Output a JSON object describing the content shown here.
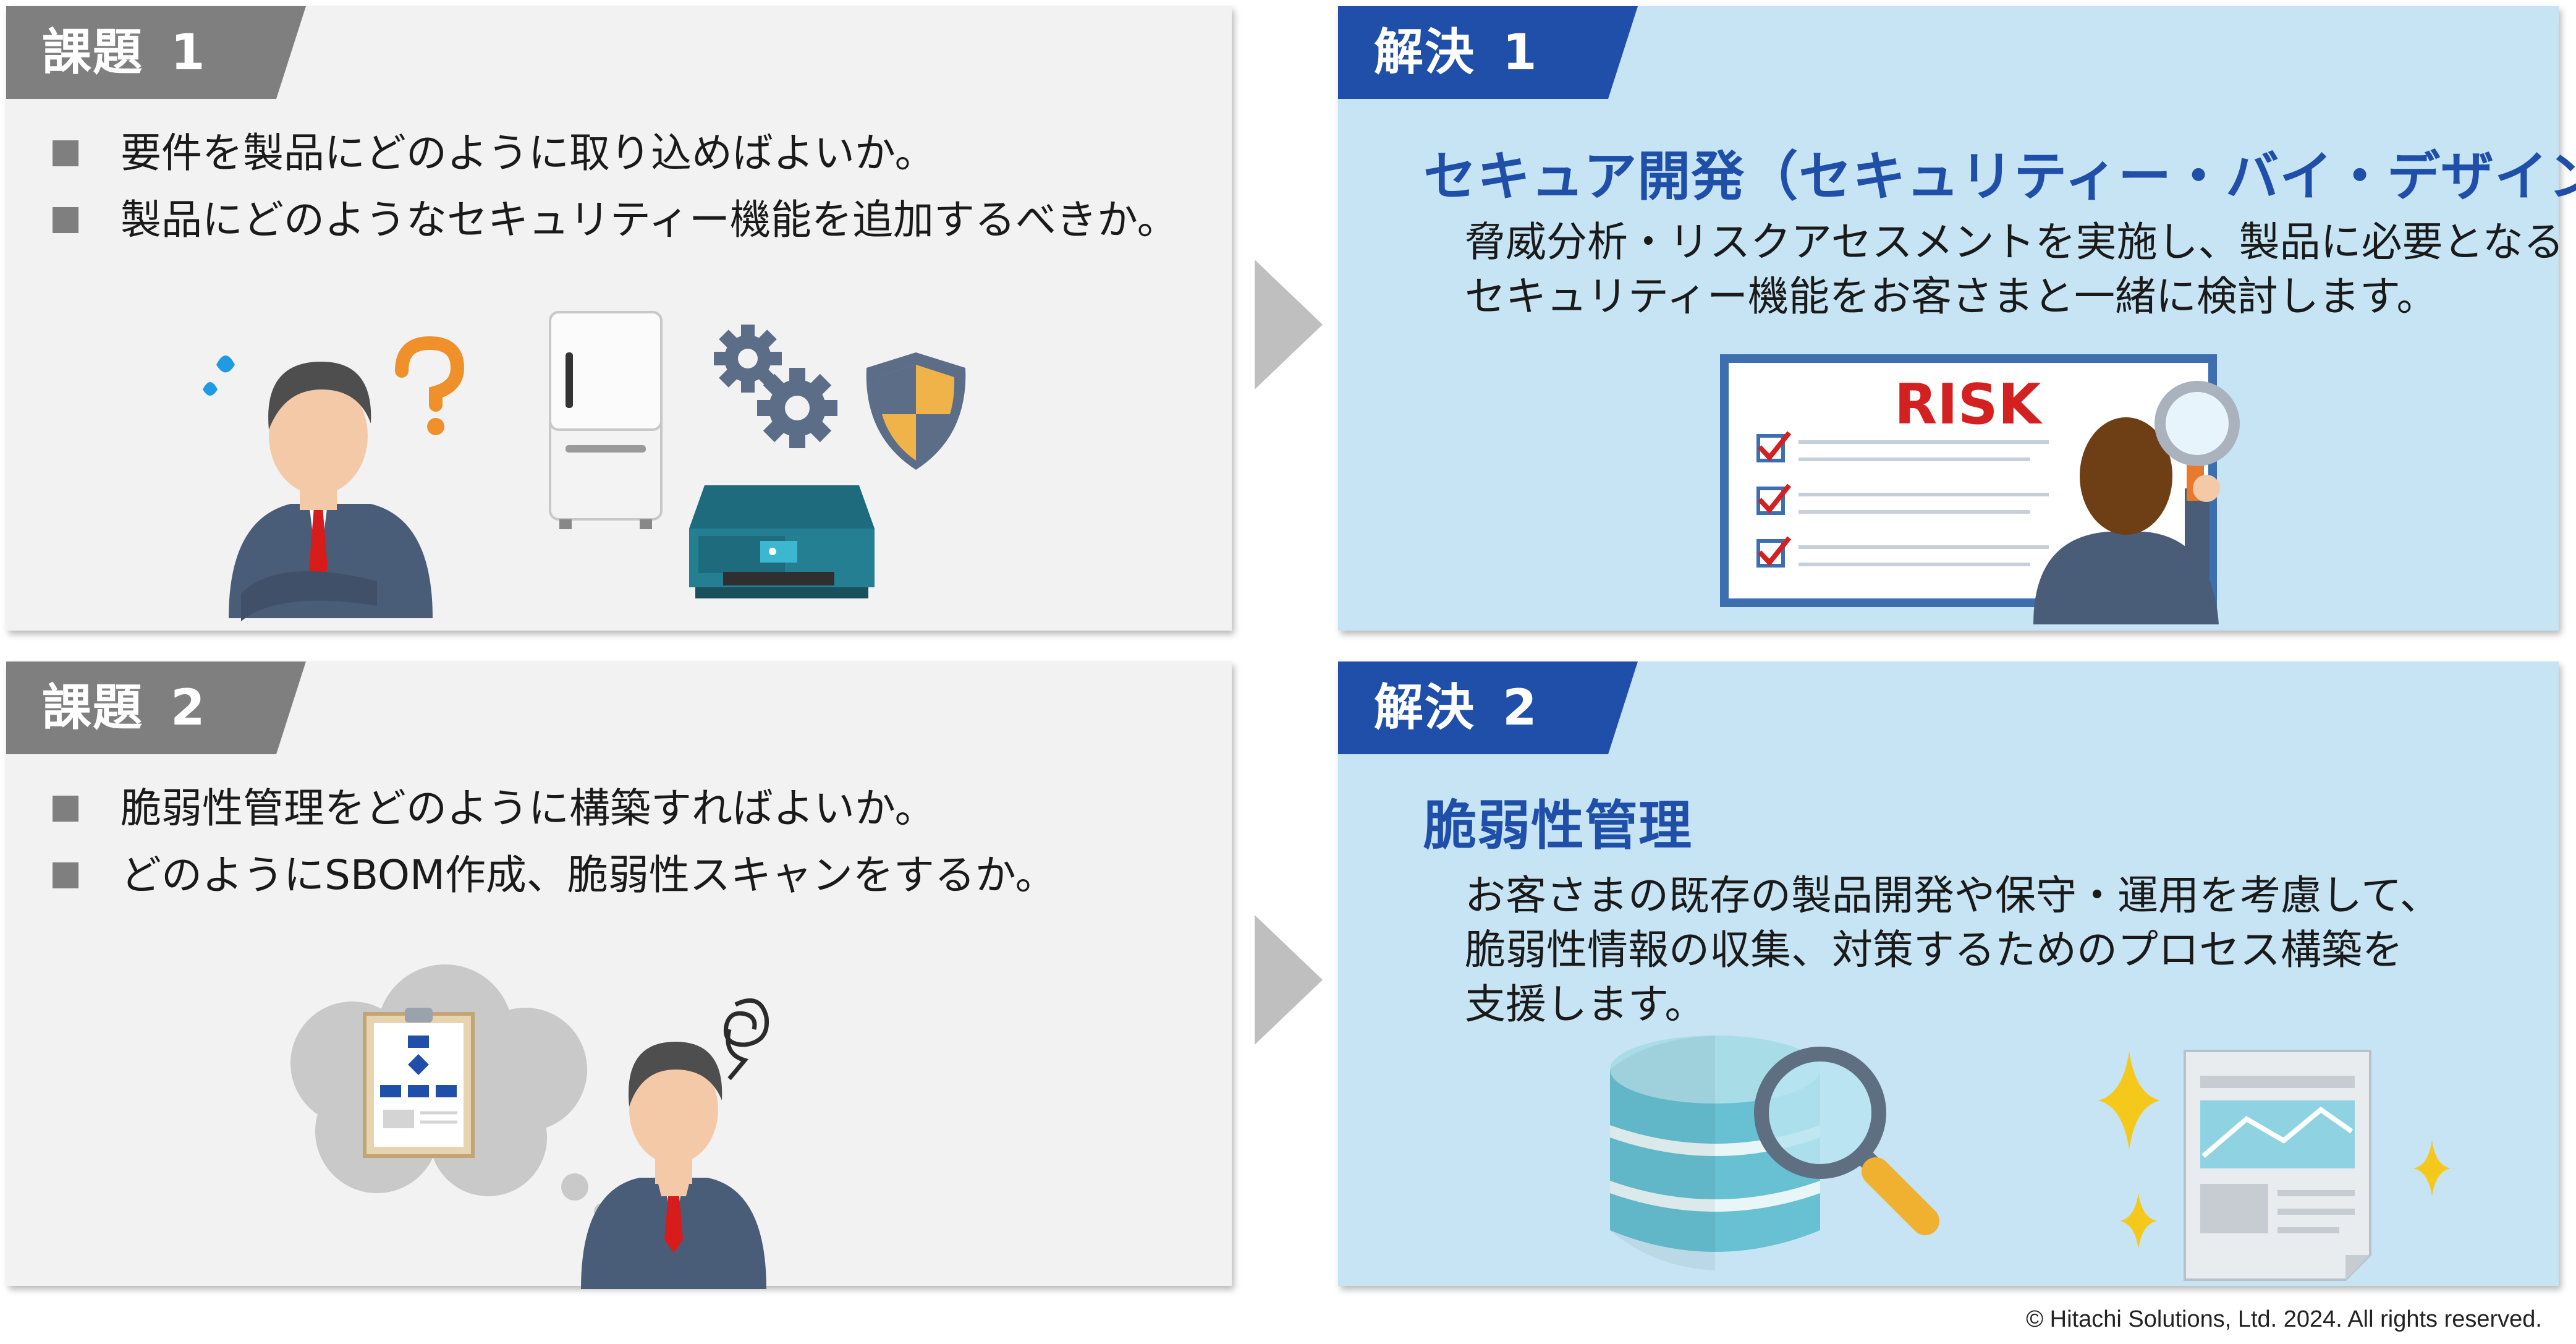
{
  "panels": {
    "issue1": {
      "tab_label": "課題",
      "tab_number": "1",
      "bullets": [
        "要件を製品にどのように取り込めばよいか。",
        "製品にどのようなセキュリティー機能を追加するべきか。"
      ]
    },
    "solution1": {
      "tab_label": "解決",
      "tab_number": "1",
      "title": "セキュア開発（セキュリティー・バイ・デザイン）",
      "description": [
        "脅威分析・リスクアセスメントを実施し、製品に必要となる",
        "セキュリティー機能をお客さまと一緒に検討します。"
      ],
      "illustration_text": "RISK"
    },
    "issue2": {
      "tab_label": "課題",
      "tab_number": "2",
      "bullets": [
        "脆弱性管理をどのように構築すればよいか。",
        "どのようにSBOM作成、脆弱性スキャンをするか。"
      ]
    },
    "solution2": {
      "tab_label": "解決",
      "tab_number": "2",
      "title": "脆弱性管理",
      "description": [
        "お客さまの既存の製品開発や保守・運用を考慮して、",
        "脆弱性情報の収集、対策するためのプロセス構築を",
        "支援します。"
      ]
    }
  },
  "footer": {
    "copyright": "© Hitachi Solutions, Ltd. 2024. All rights reserved."
  },
  "colors": {
    "issue_panel_bg": "#f2f2f2",
    "solution_panel_bg": "#c6e4f4",
    "issue_tab": "#7f7f7f",
    "solution_tab": "#1f4fa8",
    "solution_title": "#1f4fa8",
    "arrow": "#bfbfbf"
  },
  "icons": [
    "confused-businessman-icon",
    "refrigerator-icon",
    "gears-icon",
    "shield-icon",
    "printer-icon",
    "risk-board-icon",
    "magnifier-icon",
    "thought-cloud-flowchart-icon",
    "thinking-businessman-icon",
    "database-icon",
    "report-document-icon",
    "sparkle-icon"
  ]
}
